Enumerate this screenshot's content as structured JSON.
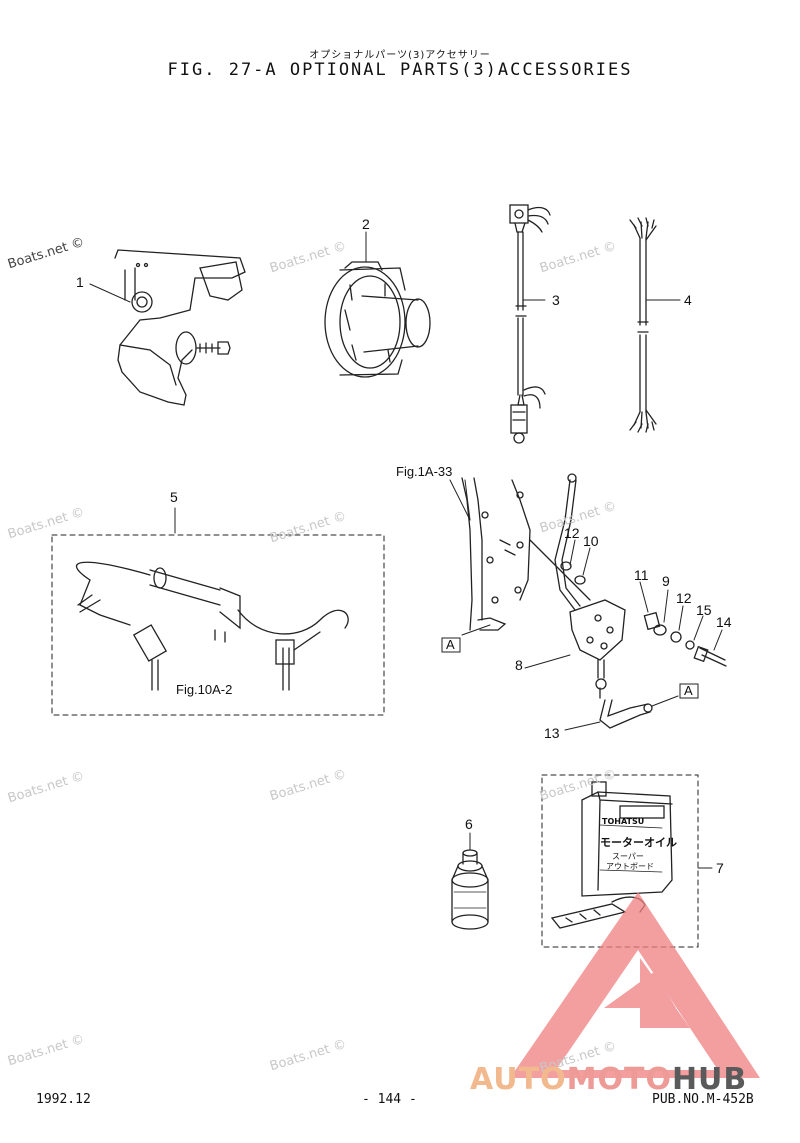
{
  "header": {
    "title_jp": "オプショナルパーツ(3)アクセサリー",
    "title": "FIG. 27-A OPTIONAL PARTS(3)ACCESSORIES"
  },
  "watermark": "Boats.net ©",
  "callouts": [
    "1",
    "2",
    "3",
    "4",
    "5",
    "6",
    "7",
    "8",
    "9",
    "10",
    "11",
    "12",
    "12",
    "13",
    "14",
    "15"
  ],
  "refs": {
    "fig1": "Fig.1A-33",
    "fig2": "Fig.10A-2",
    "marker": "A"
  },
  "labels": {
    "bottle_brand": "TOHATSU",
    "bottle_product": "モーターオイル",
    "bottle_sub1": "スーパー",
    "bottle_sub2": "アウトボード"
  },
  "footer": {
    "date": "1992.12",
    "page": "- 144 -",
    "pub": "PUB.NO.M-452B"
  },
  "logo": {
    "part1": "AUTO",
    "part2": "MOTO",
    "part3": "HUB",
    "colors": {
      "orange": "#f2b98e",
      "red": "#ee9a96",
      "gray": "#5a5a5a",
      "triangle": "#f08080"
    }
  }
}
